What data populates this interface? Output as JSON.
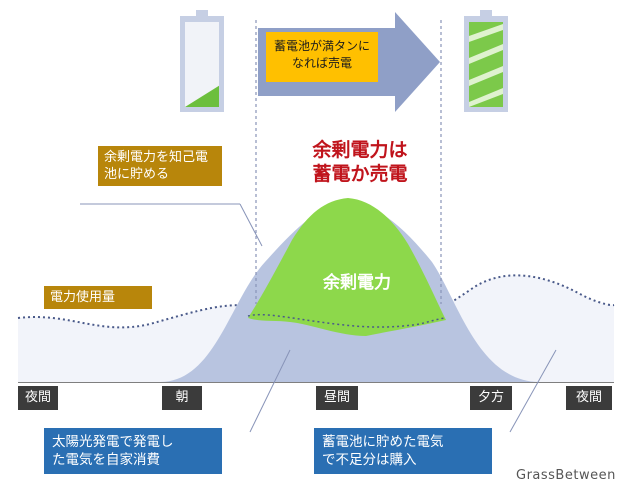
{
  "headline": {
    "line1": "余剰電力は",
    "line2": "蓄電か売電"
  },
  "arrow_note": {
    "line1": "蓄電池が満タンに",
    "line2": "なれば売電"
  },
  "labels": {
    "store_surplus": {
      "line1": "余剰電力を知己電",
      "line2": "池に貯める"
    },
    "power_usage": "電力使用量",
    "surplus_power": "余剰電力",
    "solar_self_use": {
      "line1": "太陽光発電で発電し",
      "line2": "た電気を自家消費"
    },
    "battery_buy": {
      "line1": "蓄電池に貯めた電気",
      "line2": "で不足分は購入"
    }
  },
  "time_labels": {
    "night_left": "夜間",
    "morning": "朝",
    "noon": "昼間",
    "evening": "夕方",
    "night_right": "夜間"
  },
  "battery_levels": {
    "left": 0.25,
    "right": 1.0
  },
  "watermark": "GrassBetween",
  "colors": {
    "green": "#8dd84b",
    "blue_area": "#b8c4e0",
    "gold_box": "#b8860b",
    "blue_box": "#2a6fb3",
    "headline_red": "#c0141c",
    "arrow": "#8f9fc7",
    "note_box": "#ffc000"
  },
  "icons": [
    "battery-low-icon",
    "battery-full-icon",
    "right-arrow-icon"
  ]
}
